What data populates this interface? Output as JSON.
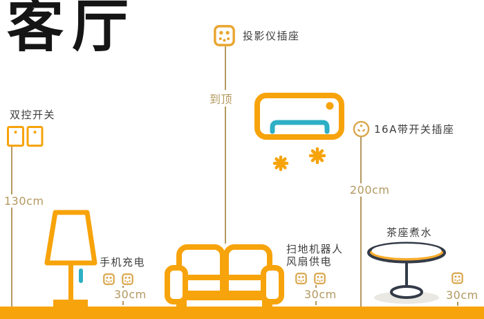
{
  "page": {
    "title": "客厅"
  },
  "colors": {
    "orange": "#F7A30B",
    "gold": "#D9A64C",
    "socket": "#E8A52E",
    "tan": "#B3985F",
    "teal": "#2EAFC5",
    "navy": "#333B48",
    "ink": "#3D3D3D",
    "title-ink": "#151515",
    "table-fill": "#F8AC2E",
    "shadow": "#EAE8E2"
  },
  "groups": {
    "projector": {
      "label": "投影仪插座",
      "height": "到顶"
    },
    "double_switch": {
      "label": "双控开关",
      "height": "130cm"
    },
    "phone_charging": {
      "label": "手机充电",
      "height": "30cm"
    },
    "robot_fan": {
      "label_line1": "扫地机器人",
      "label_line2": "风扇供电",
      "height": "30cm"
    },
    "ac_socket": {
      "label": "16A带开关插座",
      "height": "200cm"
    },
    "tea_table": {
      "label": "茶座煮水",
      "height": "30cm"
    }
  }
}
